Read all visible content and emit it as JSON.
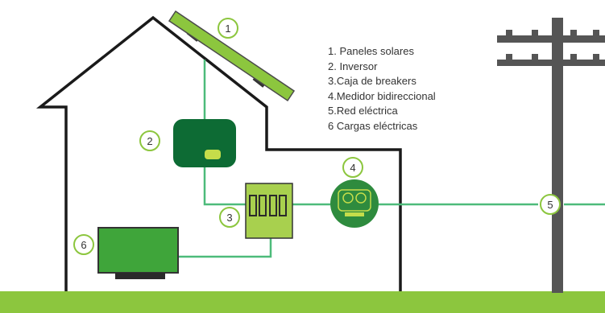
{
  "legend": {
    "items": [
      "1. Paneles solares",
      "2. Inversor",
      "3.Caja de breakers",
      "4.Medidor bidireccional",
      "5.Red eléctrica",
      "6 Cargas eléctricas"
    ]
  },
  "markers": {
    "panel": "1",
    "inverter": "2",
    "breakers": "3",
    "meter": "4",
    "grid": "5",
    "loads": "6"
  },
  "colors": {
    "ground": "#8cc63e",
    "panel": "#8cc63e",
    "wire": "#4dbb7a",
    "inverter": "#0d6b34",
    "inverter_led": "#c5dd4a",
    "breaker_box": "#a8d04e",
    "meter": "#2e8b3e",
    "tv": "#3fa53a",
    "pole": "#555555",
    "house_outline": "#1a1a1a"
  },
  "icons": [
    "solar-panel-icon",
    "inverter-icon",
    "breaker-box-icon",
    "bidirectional-meter-icon",
    "utility-pole-icon",
    "television-icon"
  ]
}
